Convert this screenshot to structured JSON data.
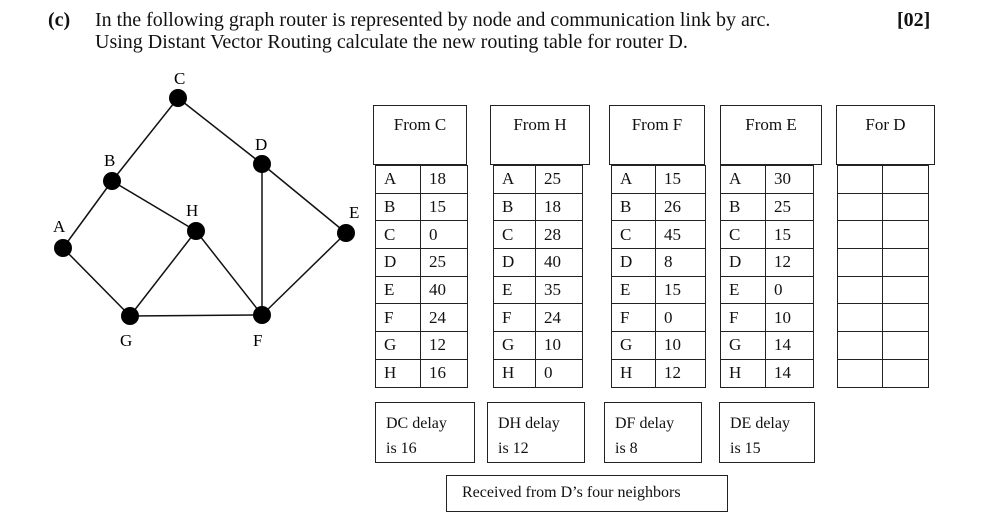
{
  "question": {
    "label": "(c)",
    "line1": "In the following graph router is represented by node and communication link by arc.",
    "marks": "[02]",
    "line2": "Using Distant Vector Routing calculate the new routing table for router D."
  },
  "graph": {
    "nodes": [
      "A",
      "B",
      "C",
      "D",
      "E",
      "F",
      "G",
      "H"
    ],
    "edges": [
      [
        "C",
        "B"
      ],
      [
        "C",
        "D"
      ],
      [
        "B",
        "A"
      ],
      [
        "B",
        "H"
      ],
      [
        "A",
        "G"
      ],
      [
        "H",
        "G"
      ],
      [
        "H",
        "F"
      ],
      [
        "D",
        "F"
      ],
      [
        "D",
        "E"
      ],
      [
        "E",
        "F"
      ],
      [
        "G",
        "F"
      ]
    ]
  },
  "tables": [
    {
      "title": "From C",
      "rows": [
        [
          "A",
          "18"
        ],
        [
          "B",
          "15"
        ],
        [
          "C",
          "0"
        ],
        [
          "D",
          "25"
        ],
        [
          "E",
          "40"
        ],
        [
          "F",
          "24"
        ],
        [
          "G",
          "12"
        ],
        [
          "H",
          "16"
        ]
      ]
    },
    {
      "title": "From H",
      "rows": [
        [
          "A",
          "25"
        ],
        [
          "B",
          "18"
        ],
        [
          "C",
          "28"
        ],
        [
          "D",
          "40"
        ],
        [
          "E",
          "35"
        ],
        [
          "F",
          "24"
        ],
        [
          "G",
          "10"
        ],
        [
          "H",
          "0"
        ]
      ]
    },
    {
      "title": "From F",
      "rows": [
        [
          "A",
          "15"
        ],
        [
          "B",
          "26"
        ],
        [
          "C",
          "45"
        ],
        [
          "D",
          "8"
        ],
        [
          "E",
          "15"
        ],
        [
          "F",
          "0"
        ],
        [
          "G",
          "10"
        ],
        [
          "H",
          "12"
        ]
      ]
    },
    {
      "title": "From E",
      "rows": [
        [
          "A",
          "30"
        ],
        [
          "B",
          "25"
        ],
        [
          "C",
          "15"
        ],
        [
          "D",
          "12"
        ],
        [
          "E",
          "0"
        ],
        [
          "F",
          "10"
        ],
        [
          "G",
          "14"
        ],
        [
          "H",
          "14"
        ]
      ]
    },
    {
      "title": "For D",
      "rows": [
        [
          "",
          ""
        ],
        [
          "",
          ""
        ],
        [
          "",
          ""
        ],
        [
          "",
          ""
        ],
        [
          "",
          ""
        ],
        [
          "",
          ""
        ],
        [
          "",
          ""
        ],
        [
          "",
          ""
        ]
      ]
    }
  ],
  "delays": [
    {
      "line1": "DC delay",
      "line2": "is 16"
    },
    {
      "line1": "DH delay",
      "line2": "is 12"
    },
    {
      "line1": "DF delay",
      "line2": "is 8"
    },
    {
      "line1": "DE delay",
      "line2": "is 15"
    }
  ],
  "caption": "Received from D’s four neighbors"
}
